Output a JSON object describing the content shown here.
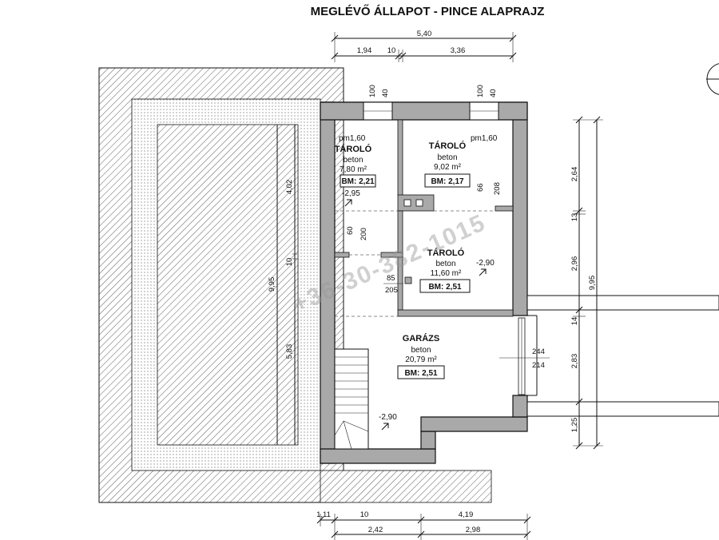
{
  "title": "MEGLÉVŐ ÁLLAPOT - PINCE ALAPRAJZ",
  "watermark": "+36-30-382-1015",
  "rooms": [
    {
      "name": "TÁROLÓ",
      "floor": "beton",
      "area": "7,80 m²",
      "bm": "BM: 2,21"
    },
    {
      "name": "TÁROLÓ",
      "floor": "beton",
      "area": "9,02 m²",
      "bm": "BM: 2,17"
    },
    {
      "name": "TÁROLÓ",
      "floor": "beton",
      "area": "11,60 m²",
      "bm": "BM: 2,51"
    },
    {
      "name": "GARÁZS",
      "floor": "beton",
      "area": "20,79 m²",
      "bm": "BM: 2,51"
    }
  ],
  "levels": {
    "pm_left": "pm1,60",
    "pm_right": "pm1,60",
    "lvl_1": "-2,95",
    "lvl_2": "-2,90",
    "lvl_3": "-2,90"
  },
  "dims_top": {
    "total": "5,40",
    "a": "1,94",
    "b": "10",
    "c": "3,36"
  },
  "dims_bottom": {
    "a": "1,11",
    "b": "10",
    "c": "4,19",
    "d": "2,42",
    "e": "2,98"
  },
  "dims_right": {
    "a": "2,64",
    "b": "13",
    "c": "2,96",
    "d": "14",
    "e": "2,83",
    "f": "1,25",
    "total": "9,95"
  },
  "dims_left": {
    "a": "4,02",
    "b": "10",
    "c": "5,83",
    "total": "9,95"
  },
  "openings": {
    "w1_h": "100",
    "w1_p": "40",
    "w2_h": "100",
    "w2_p": "40",
    "d1_a": "66",
    "d1_b": "208",
    "d2_a": "60",
    "d2_b": "200",
    "d3_a": "85",
    "d3_b": "205",
    "gate_a": "244",
    "gate_b": "214"
  }
}
